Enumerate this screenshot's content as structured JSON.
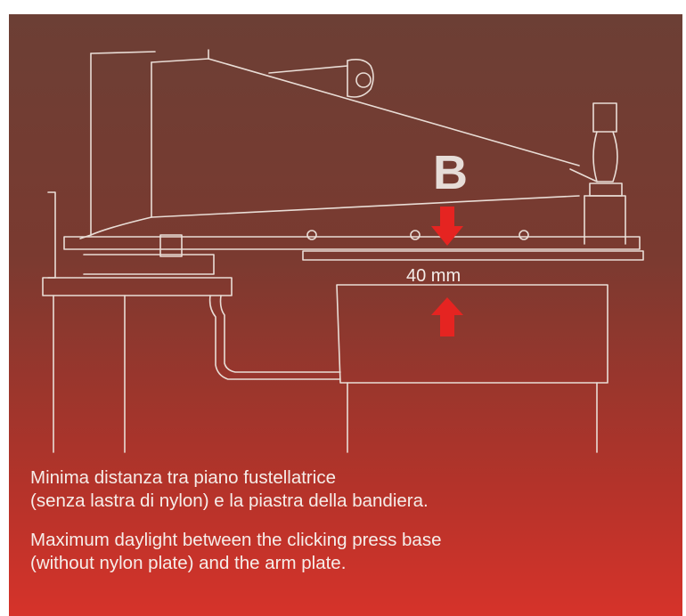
{
  "diagram": {
    "marker_label": "B",
    "distance_label": "40 mm"
  },
  "captions": {
    "italian": [
      "Minima distanza tra piano fustellatrice",
      "(senza lastra di nylon) e la piastra della bandiera."
    ],
    "english": [
      "Maximum daylight between the clicking press base",
      "(without nylon plate) and the arm plate."
    ]
  },
  "colors": {
    "background_top": "#6c3f35",
    "background_bottom": "#d6332a",
    "arrow": "#e52421",
    "line_art": "#e9ddd6"
  }
}
